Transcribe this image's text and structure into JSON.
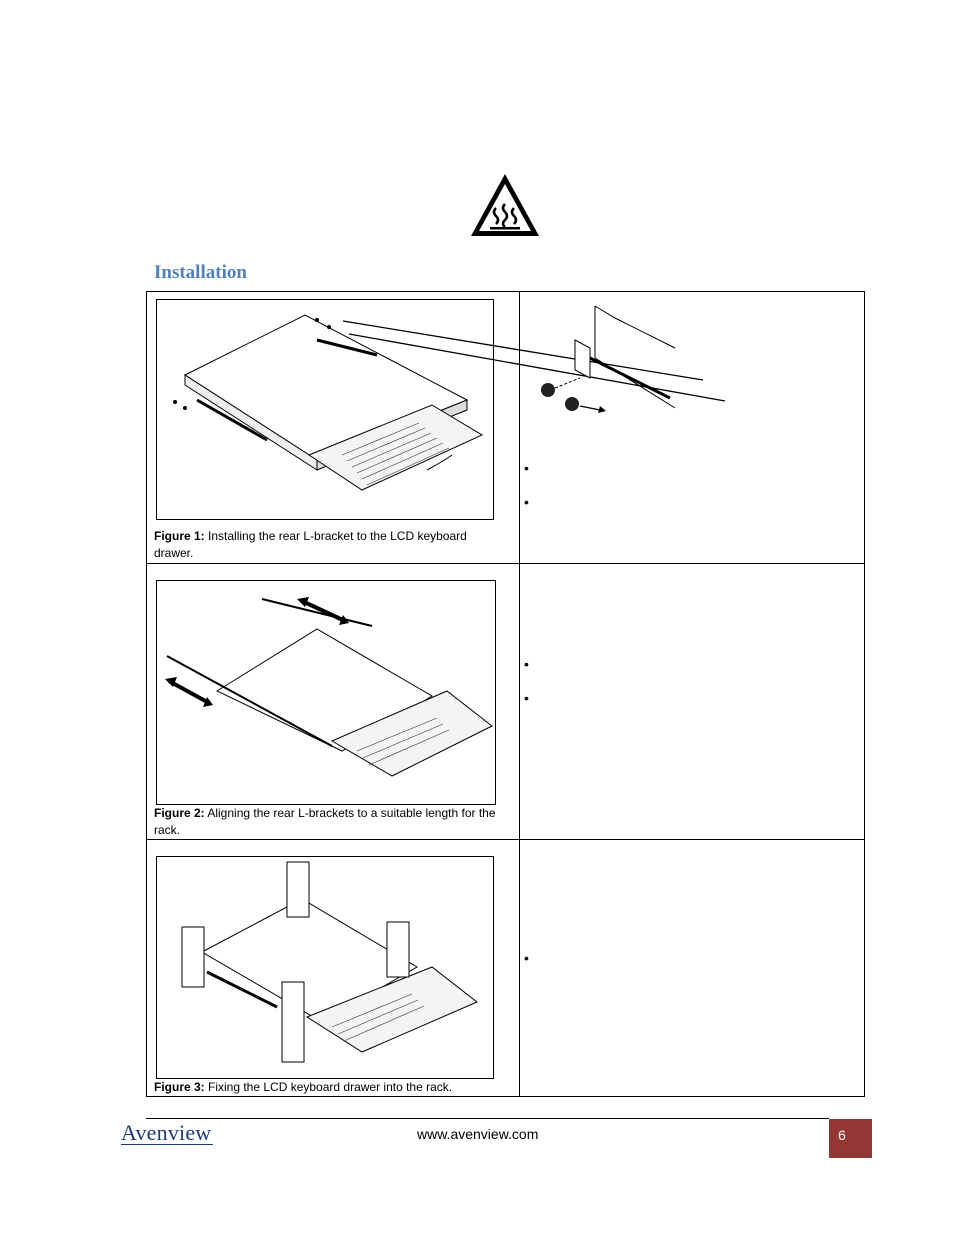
{
  "warning_icon": "hot-surface-warning-icon",
  "section_title": "Installation",
  "steps": [
    {
      "figure_label": "Figure 1:",
      "figure_caption": " Installing the rear L-bracket to the LCD keyboard drawer.",
      "bullets": [
        "•",
        "•"
      ]
    },
    {
      "figure_label": "Figure 2:",
      "figure_caption": " Aligning the rear L-brackets to a suitable length for the rack.",
      "bullets": [
        "•",
        "•"
      ]
    },
    {
      "figure_label": "Figure 3:",
      "figure_caption": " Fixing the LCD keyboard drawer into the rack.",
      "bullets": [
        "•"
      ]
    }
  ],
  "footer": {
    "logo": "Avenview",
    "website": "www.avenview.com",
    "page_number": "6",
    "accent_color": "#943634"
  }
}
